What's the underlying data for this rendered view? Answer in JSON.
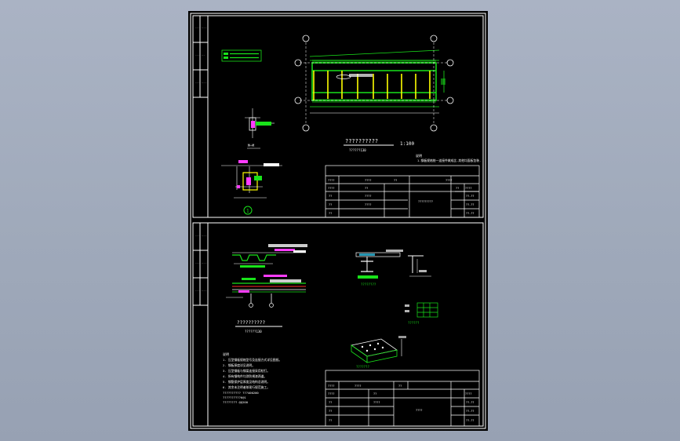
{
  "colors": {
    "background": "#9fa9ba",
    "drawing_bg": "#000000",
    "line": "#ffffff",
    "green": "#19e31a",
    "yellow": "#ffff00",
    "magenta": "#ff3cff",
    "cyan": "#35d6ff",
    "red": "#ff2a2a"
  },
  "sheet1": {
    "plan_title": "??????????",
    "plan_subtitle": "??????130",
    "scale": "1:100",
    "note_label": "说明",
    "note_text": "1.钢板规格统一连接件做成比-其他均面板包装.",
    "section_mark": "M—M",
    "detail_no": "1",
    "table": {
      "row_labels": [
        "????",
        "????",
        "??",
        "??",
        "??"
      ],
      "mid_cells": [
        "????",
        "??",
        "??",
        "????",
        "????"
      ],
      "right_cells": [
        "????",
        "??",
        "????",
        "??-??",
        "??-??",
        "??-??"
      ],
      "block_text": "?????????"
    }
  },
  "sheet2": {
    "section_title": "??????????",
    "section_subtitle": "??????130",
    "small_label_1": "????????",
    "small_label_2": "??????",
    "iso_label": "???????",
    "notes_label": "说明",
    "notes": [
      "1. 压型钢板规格型号及连接方式详见图纸。",
      "2. 钢板厚度详见说明。",
      "3. 压型钢板与钢梁连接采用栓钉。",
      "4. 所有钢构件均涂防锈漆两道。",
      "5. 钢筋保护层厚度见结构总说明。",
      "6. 其余未注明者按现行规范施工。"
    ],
    "extra_line_1": "??????????  ???400200",
    "extra_line_2": "??????????6@1",
    "extra_line_3": "????????   @@200",
    "table": {
      "row_labels": [
        "????",
        "????",
        "??",
        "??",
        "??"
      ],
      "mid_cells": [
        "????",
        "??",
        "??",
        "????"
      ],
      "right_cells": [
        "????",
        "??-??",
        "??-??",
        "??-??"
      ],
      "block_text": "????"
    }
  },
  "icons": [
    "grid-axis-bubble-icon",
    "section-symbol-icon",
    "detail-circle-icon"
  ]
}
